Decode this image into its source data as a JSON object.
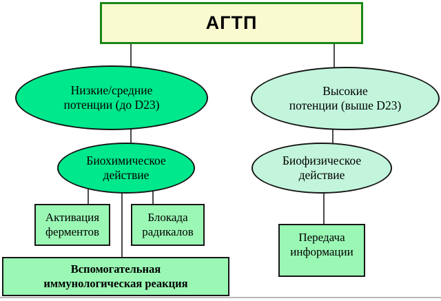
{
  "root": {
    "label": "АГТП"
  },
  "left": {
    "potency": {
      "line1": "Низкие/средние",
      "line2": "потенции (до D23)"
    },
    "action": {
      "line1": "Биохимическое",
      "line2": "действие"
    },
    "children": {
      "activation": {
        "line1": "Активация",
        "line2": "ферментов"
      },
      "blockade": {
        "line1": "Блокада",
        "line2": "радикалов"
      },
      "auxiliary": {
        "line1": "Вспомогательная",
        "line2": "иммунологическая реакция"
      }
    }
  },
  "right": {
    "potency": {
      "line1": "Высокие",
      "line2": "потенции (выше D23)"
    },
    "action": {
      "line1": "Биофизическое",
      "line2": "действие"
    },
    "children": {
      "transfer": {
        "line1": "Передача",
        "line2": "информации"
      }
    }
  },
  "colors": {
    "root_fill": "#FAFAD0",
    "root_border": "#178717",
    "bright_green": "#00E88C",
    "light_mint": "#C2F5DC",
    "light_green": "#9AF7B4",
    "connector": "#1a1a1a",
    "divider": "#b9b9b9"
  }
}
